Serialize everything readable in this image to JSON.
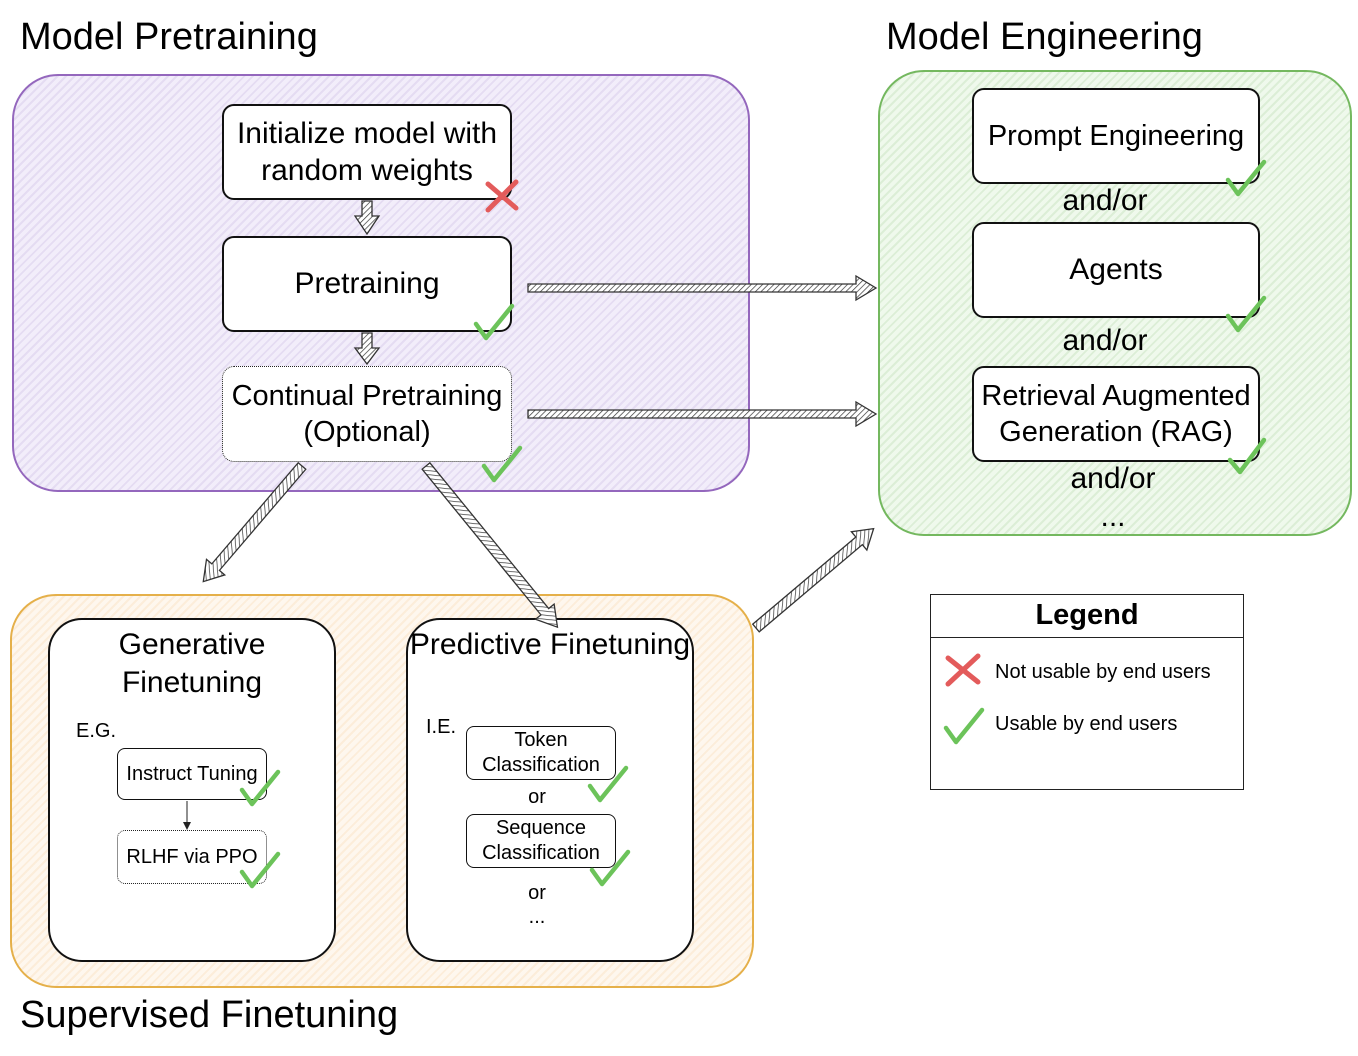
{
  "titles": {
    "model_pretraining": "Model Pretraining",
    "model_engineering": "Model Engineering",
    "supervised_finetuning": "Supervised Finetuning"
  },
  "pretraining": {
    "init_box": "Initialize model with random weights",
    "pretraining_box": "Pretraining",
    "continual_box": "Continual Pretraining (Optional)"
  },
  "engineering": {
    "prompt_box": "Prompt Engineering",
    "sep1": "and/or",
    "agents_box": "Agents",
    "sep2": "and/or",
    "rag_box": "Retrieval Augmented Generation (RAG)",
    "sep3": "and/or",
    "ellipsis": "..."
  },
  "generative": {
    "title": "Generative Finetuning",
    "eg": "E.G.",
    "instruct": "Instruct Tuning",
    "rlhf": "RLHF via PPO"
  },
  "predictive": {
    "title": "Predictive Finetuning",
    "ie": "I.E.",
    "token": "Token Classification",
    "or1": "or",
    "sequence": "Sequence Classification",
    "or2": "or",
    "ellipsis": "..."
  },
  "legend": {
    "title": "Legend",
    "not_usable": "Not usable by end users",
    "usable": "Usable by end users"
  },
  "colors": {
    "purple": "#9467bd",
    "green": "#74b85f",
    "orange": "#e5b04a",
    "check": "#6cc35a",
    "cross": "#e35b5b"
  },
  "icons": [
    "check-icon",
    "cross-icon",
    "arrow-icon"
  ]
}
